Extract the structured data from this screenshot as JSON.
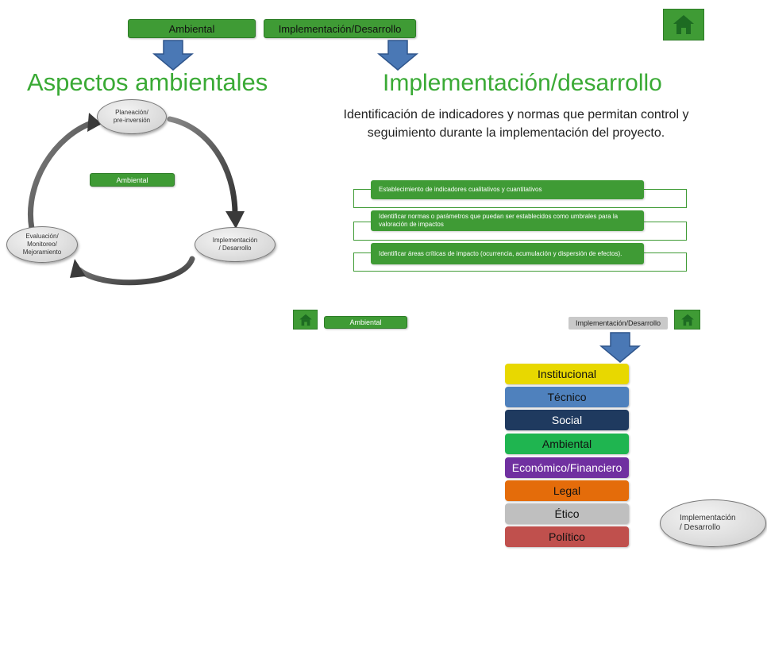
{
  "top_nav": {
    "ambiental_label": "Ambiental",
    "implementacion_label": "Implementación/Desarrollo"
  },
  "left_panel": {
    "title": "Aspectos ambientales",
    "cycle_nodes": [
      "Planeación/\npre-inversión",
      "Implementación\n/ Desarrollo",
      "Evaluación/\nMonitoreo/\nMejoramiento"
    ],
    "center_label": "Ambiental"
  },
  "right_panel": {
    "title": "Implementación/desarrollo",
    "description": "Identificación de indicadores y normas que permitan control y seguimiento durante la implementación del proyecto.",
    "steps": [
      "Establecimiento de indicadores cualitativos y cuantitativos",
      "Identificar normas o parámetros que puedan ser establecidos como umbrales para la valoración de impactos",
      "Identificar áreas críticas de impacto (ocurrencia, acumulación y dispersión de efectos)."
    ]
  },
  "mid_row": {
    "ambiental_label": "Ambiental",
    "implementacion_label": "Implementación/Desarrollo"
  },
  "categories": [
    {
      "label": "Institucional",
      "color": "#e8d800"
    },
    {
      "label": "Técnico",
      "color": "#4f81bd"
    },
    {
      "label": "Social",
      "color": "#1f3a5f"
    },
    {
      "label": "Ambiental",
      "color": "#1fb550"
    },
    {
      "label": "Económico/Financiero",
      "color": "#7030a0"
    },
    {
      "label": "Legal",
      "color": "#e46c0a"
    },
    {
      "label": "Ético",
      "color": "#bfbfbf"
    },
    {
      "label": "Político",
      "color": "#c0504d"
    }
  ],
  "side_node": "Implementación\n/ Desarrollo",
  "icons": {
    "home": "home-icon",
    "arrow": "down-arrow-icon"
  },
  "colors": {
    "green": "#3f9b35",
    "title_green": "#3aaa35",
    "arrow_blue": "#4a78b5"
  }
}
